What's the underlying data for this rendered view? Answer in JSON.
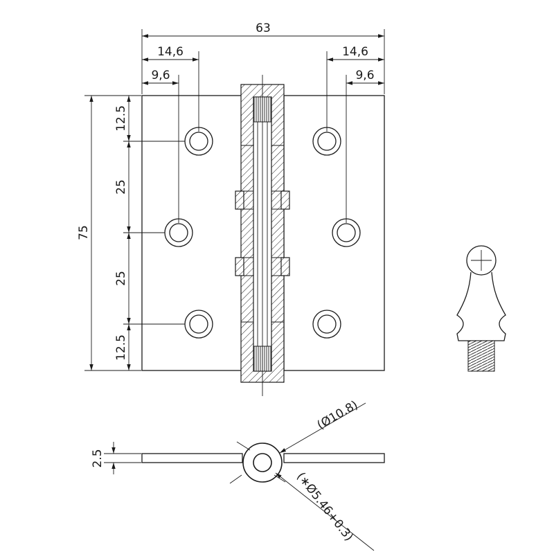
{
  "dimensions": {
    "overall_width": "63",
    "hole_offset_outer_left": "14,6",
    "hole_offset_inner_left": "9,6",
    "hole_offset_outer_right": "14,6",
    "hole_offset_inner_right": "9,6",
    "overall_height": "75",
    "spacing_top": "12.5",
    "spacing_mid_upper": "25",
    "spacing_mid_lower": "25",
    "spacing_bottom": "12.5",
    "leaf_thickness": "2.5",
    "knuckle_outer_diameter": "(Ø10.8)",
    "pin_diameter": "(∗Ø5.46+0.3)"
  }
}
